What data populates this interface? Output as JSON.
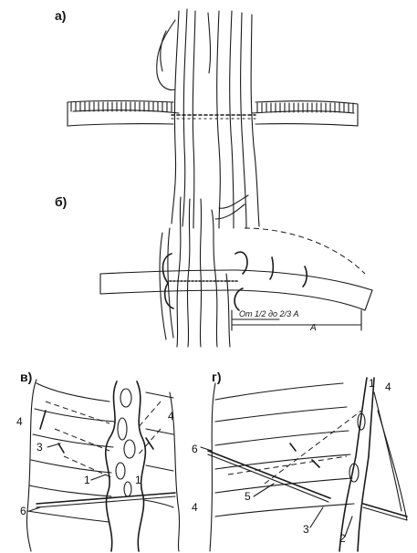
{
  "panels": {
    "a": {
      "label": "а)"
    },
    "b": {
      "label": "б)",
      "dim_short": "От 1/2 до 2/3 А",
      "dim_long": "А"
    },
    "v": {
      "label": "в)",
      "callouts": [
        "4",
        "4",
        "3",
        "1",
        "1",
        "6"
      ]
    },
    "g": {
      "label": "г)",
      "callouts": [
        "1",
        "4",
        "6",
        "5",
        "4",
        "3",
        "2"
      ]
    }
  },
  "colors": {
    "ink": "#1a1a1a",
    "paper": "#ffffff"
  }
}
